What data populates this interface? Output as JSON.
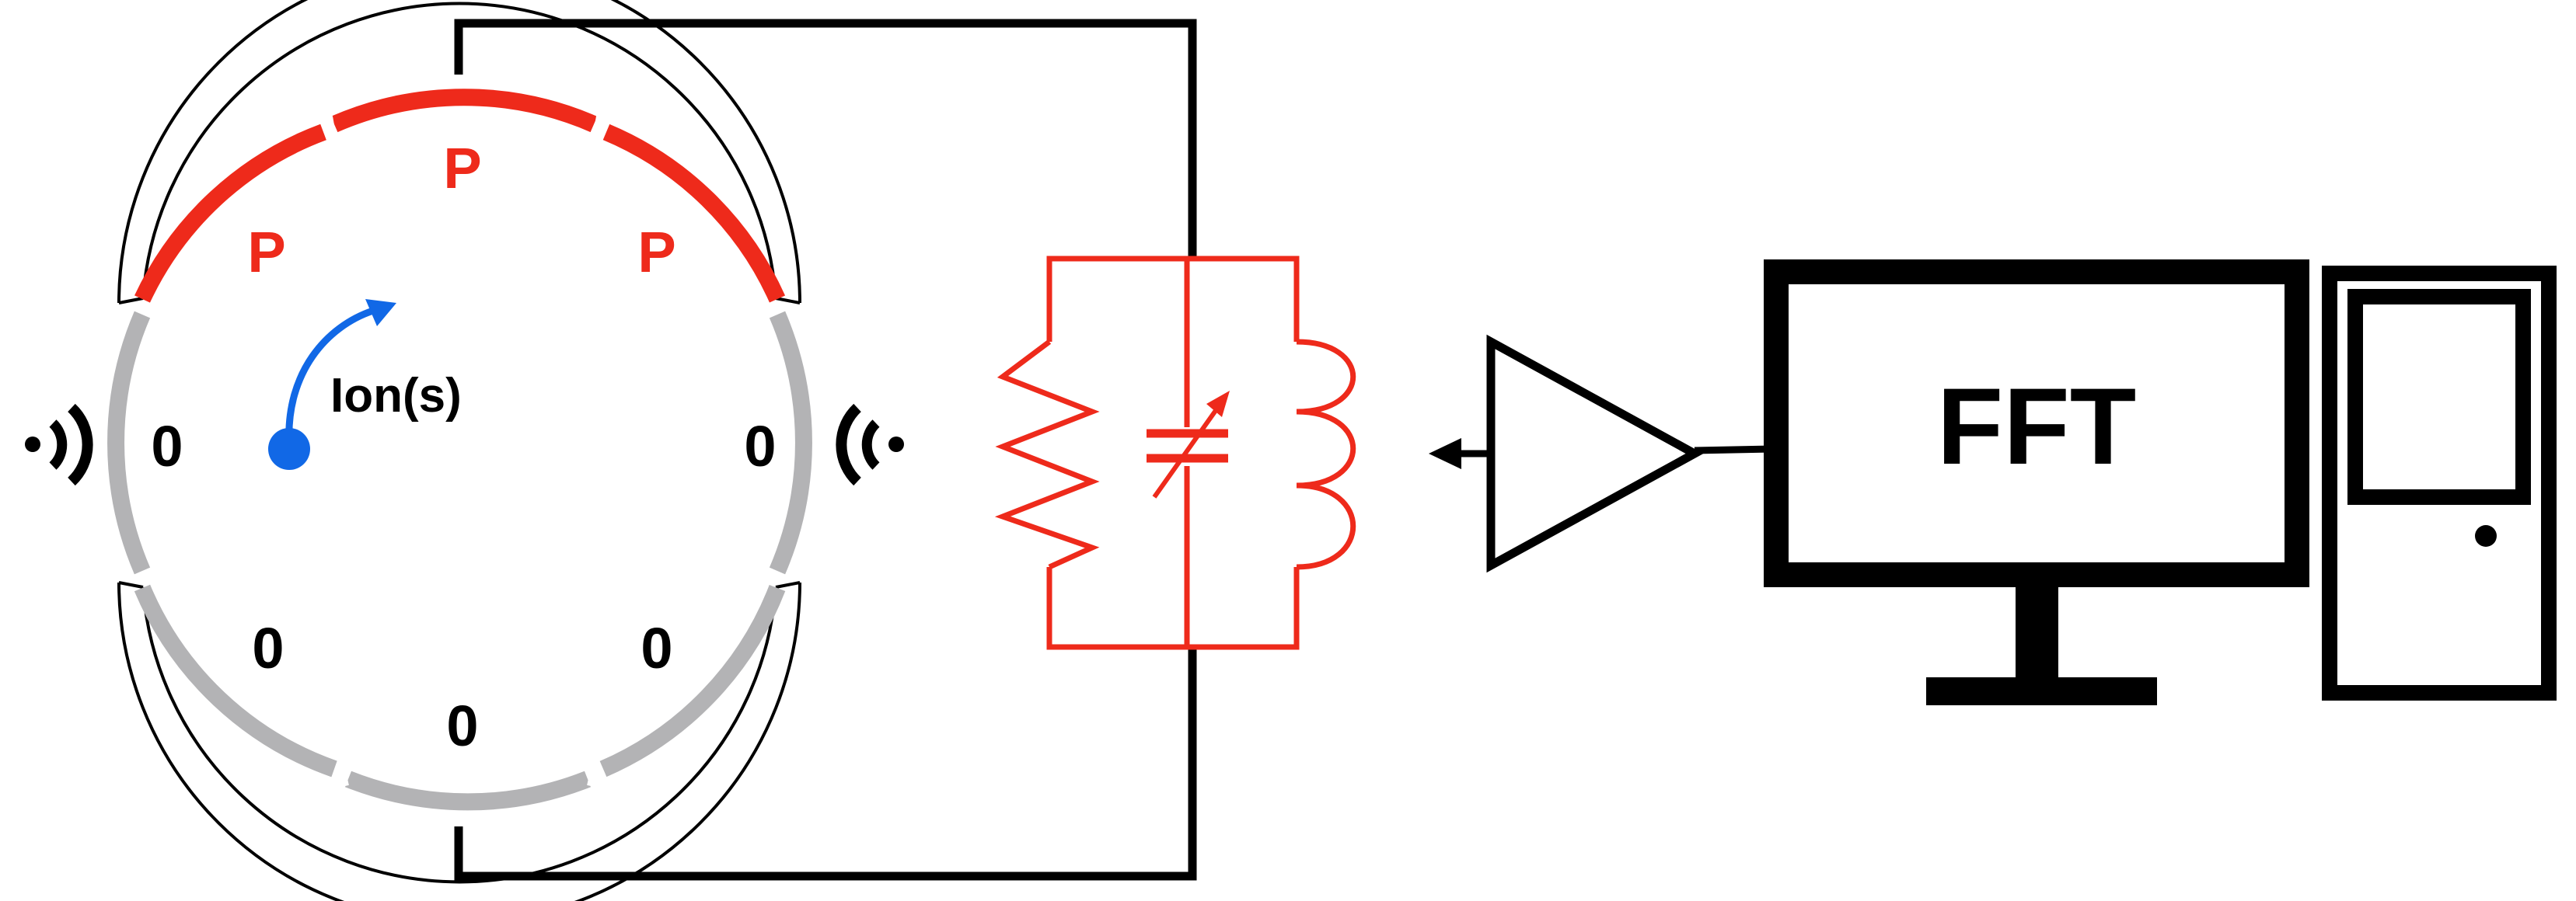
{
  "colors": {
    "electrode_grounded": "#b3b3b5",
    "electrode_pickup": "#ee2a1b",
    "wire": "#000000",
    "tank_circuit": "#ee2a1b",
    "ion": "#1168e6",
    "label_pickup": "#ee2a1b",
    "label_ground": "#000000"
  },
  "electrodes": {
    "pickup_labels": [
      "P",
      "P",
      "P"
    ],
    "ground_labels": [
      "0",
      "0",
      "0",
      "0",
      "0"
    ]
  },
  "ion": {
    "label": "Ion(s)"
  },
  "computer": {
    "screen_label": "FFT"
  },
  "icons": [
    "signal-left-icon",
    "signal-right-icon",
    "amplifier-icon",
    "monitor-icon",
    "computer-tower-icon",
    "resistor-icon",
    "variable-capacitor-icon",
    "inductor-icon"
  ]
}
